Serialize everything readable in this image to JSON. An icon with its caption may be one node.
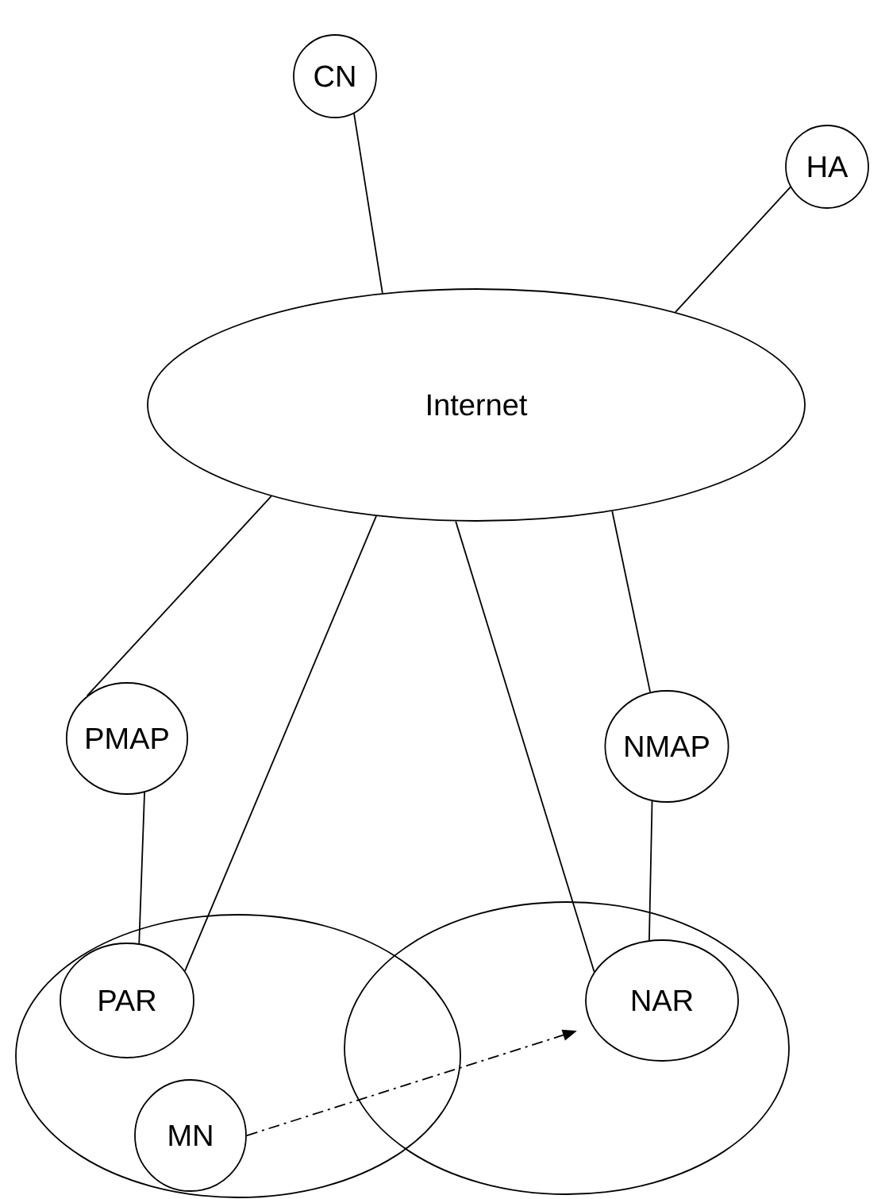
{
  "diagram": {
    "nodes": [
      {
        "text": [
          "CN"
        ]
      },
      {
        "text": [
          "HA"
        ]
      },
      {
        "text": [
          "Internet"
        ]
      },
      {
        "text": [
          "PMAP"
        ]
      },
      {
        "text": [
          "NMAP"
        ]
      },
      {
        "text": [],
        "shape": "ellipse"
      },
      {
        "text": [
          "PAR"
        ],
        "in": 5
      },
      {
        "text": [
          "MN"
        ],
        "in": 5
      },
      {
        "text": [],
        "shape": "ellipse"
      },
      {
        "text": [
          "NAR"
        ],
        "in": 8
      }
    ],
    "edges": [
      {
        "from": 0,
        "to": 2,
        "arrow": "none"
      },
      {
        "from": 1,
        "to": 2,
        "arrow": "none"
      },
      {
        "from": 2,
        "to": 3,
        "arrow": "none"
      },
      {
        "from": 2,
        "to": 6,
        "arrow": "none"
      },
      {
        "from": 2,
        "to": 9,
        "arrow": "none"
      },
      {
        "from": 2,
        "to": 4,
        "arrow": "none"
      },
      {
        "from": 3,
        "to": 6,
        "arrow": "none"
      },
      {
        "from": 4,
        "to": 9,
        "arrow": "none"
      },
      {
        "from": 7,
        "to": 9,
        "arrow": "to",
        "style": "dashed"
      }
    ]
  }
}
